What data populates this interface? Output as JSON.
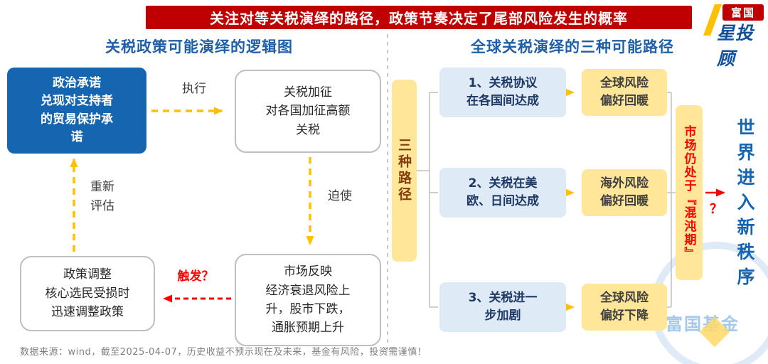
{
  "colors": {
    "banner_red": "#C00000",
    "primary_blue": "#1565B0",
    "title_blue": "#1F5FA8",
    "arrow_yellow": "#FFC000",
    "alert_red": "#FF0000",
    "light_blue_box": "#DEEBF7",
    "light_yellow_box": "#FFE699"
  },
  "banner": {
    "title": "关注对等关税演绎的路径，政策节奏决定了尾部风险发生的概率"
  },
  "logo": {
    "brand": "富国",
    "name": "星投顾"
  },
  "left_section": {
    "title": "关税政策可能演绎的逻辑图",
    "node_political": "政治承诺\n兑现对支持者\n的贸易保护承\n诺",
    "label_execute": "执行",
    "node_tariff": "关税加征\n对各国加征高额\n关税",
    "label_force": "迫使",
    "node_market": "市场反映\n经济衰退风险上\n升，股市下跌，\n通胀预期上升",
    "label_trigger": "触发？",
    "node_policy": "政策调整\n核心选民受损时\n迅速调整政策",
    "label_reassess": "重新\n评估"
  },
  "right_section": {
    "title": "全球关税演绎的三种可能路径",
    "paths_label": "三种路径",
    "rows": [
      {
        "path": "1、关税协议\n在各国间达成",
        "outcome": "全球风险\n偏好回暖"
      },
      {
        "path": "2、关税在美\n欧、日间达成",
        "outcome": "海外风险\n偏好回暖"
      },
      {
        "path": "3、关税进一\n步加剧",
        "outcome": "全球风险\n偏好下降"
      }
    ],
    "chaos_label": "市场仍处于『混沌期』",
    "question_mark": "？",
    "new_order_label": "世界进入新秩序"
  },
  "footer": {
    "disclaimer": "数据来源：wind，截至2025-04-07，历史收益不预示现在及未来，基金有风险，投资需谨慎！"
  },
  "watermark": {
    "text": "富国基金"
  }
}
